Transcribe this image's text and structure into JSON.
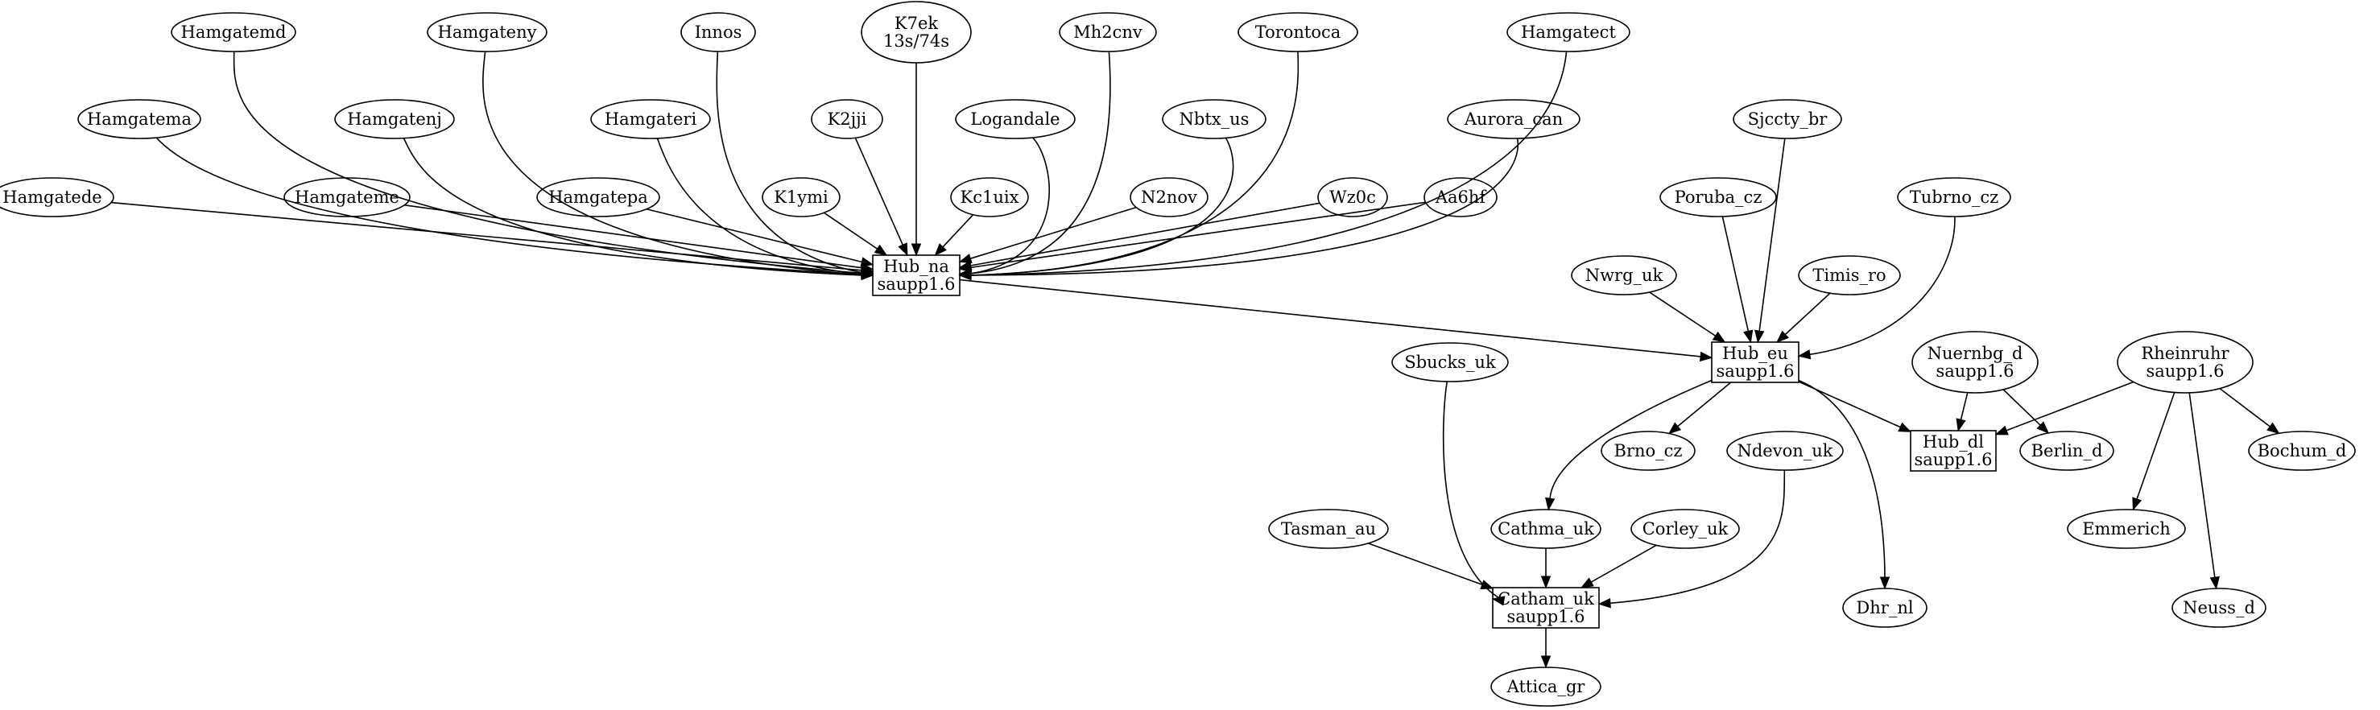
{
  "graph": {
    "nodes": [
      {
        "id": "hamgatemd",
        "lines": [
          "Hamgatemd"
        ],
        "shape": "ellipse"
      },
      {
        "id": "hamgateny",
        "lines": [
          "Hamgateny"
        ],
        "shape": "ellipse"
      },
      {
        "id": "innos",
        "lines": [
          "Innos"
        ],
        "shape": "ellipse"
      },
      {
        "id": "k7ek",
        "lines": [
          "K7ek",
          "13s/74s"
        ],
        "shape": "ellipse"
      },
      {
        "id": "mh2cnv",
        "lines": [
          "Mh2cnv"
        ],
        "shape": "ellipse"
      },
      {
        "id": "torontoca",
        "lines": [
          "Torontoca"
        ],
        "shape": "ellipse"
      },
      {
        "id": "hamgatect",
        "lines": [
          "Hamgatect"
        ],
        "shape": "ellipse"
      },
      {
        "id": "hamgatema",
        "lines": [
          "Hamgatema"
        ],
        "shape": "ellipse"
      },
      {
        "id": "hamgatenj",
        "lines": [
          "Hamgatenj"
        ],
        "shape": "ellipse"
      },
      {
        "id": "hamgateri",
        "lines": [
          "Hamgateri"
        ],
        "shape": "ellipse"
      },
      {
        "id": "k2jji",
        "lines": [
          "K2jji"
        ],
        "shape": "ellipse"
      },
      {
        "id": "logandale",
        "lines": [
          "Logandale"
        ],
        "shape": "ellipse"
      },
      {
        "id": "nbtx_us",
        "lines": [
          "Nbtx_us"
        ],
        "shape": "ellipse"
      },
      {
        "id": "aurora_can",
        "lines": [
          "Aurora_can"
        ],
        "shape": "ellipse"
      },
      {
        "id": "sjccty_br",
        "lines": [
          "Sjccty_br"
        ],
        "shape": "ellipse"
      },
      {
        "id": "hamgatede",
        "lines": [
          "Hamgatede"
        ],
        "shape": "ellipse"
      },
      {
        "id": "hamgateme",
        "lines": [
          "Hamgateme"
        ],
        "shape": "ellipse"
      },
      {
        "id": "hamgatepa",
        "lines": [
          "Hamgatepa"
        ],
        "shape": "ellipse"
      },
      {
        "id": "k1ymi",
        "lines": [
          "K1ymi"
        ],
        "shape": "ellipse"
      },
      {
        "id": "kc1uix",
        "lines": [
          "Kc1uix"
        ],
        "shape": "ellipse"
      },
      {
        "id": "n2nov",
        "lines": [
          "N2nov"
        ],
        "shape": "ellipse"
      },
      {
        "id": "wz0c",
        "lines": [
          "Wz0c"
        ],
        "shape": "ellipse"
      },
      {
        "id": "aa6hf",
        "lines": [
          "Aa6hf"
        ],
        "shape": "ellipse"
      },
      {
        "id": "poruba_cz",
        "lines": [
          "Poruba_cz"
        ],
        "shape": "ellipse"
      },
      {
        "id": "tubrno_cz",
        "lines": [
          "Tubrno_cz"
        ],
        "shape": "ellipse"
      },
      {
        "id": "hub_na",
        "lines": [
          "Hub_na",
          "saupp1.6"
        ],
        "shape": "box"
      },
      {
        "id": "nwrg_uk",
        "lines": [
          "Nwrg_uk"
        ],
        "shape": "ellipse"
      },
      {
        "id": "timis_ro",
        "lines": [
          "Timis_ro"
        ],
        "shape": "ellipse"
      },
      {
        "id": "sbucks_uk",
        "lines": [
          "Sbucks_uk"
        ],
        "shape": "ellipse"
      },
      {
        "id": "hub_eu",
        "lines": [
          "Hub_eu",
          "saupp1.6"
        ],
        "shape": "box"
      },
      {
        "id": "nuernbg_d",
        "lines": [
          "Nuernbg_d",
          "saupp1.6"
        ],
        "shape": "ellipse"
      },
      {
        "id": "rheinruhr",
        "lines": [
          "Rheinruhr",
          "saupp1.6"
        ],
        "shape": "ellipse"
      },
      {
        "id": "brno_cz",
        "lines": [
          "Brno_cz"
        ],
        "shape": "ellipse"
      },
      {
        "id": "ndevon_uk",
        "lines": [
          "Ndevon_uk"
        ],
        "shape": "ellipse"
      },
      {
        "id": "hub_dl",
        "lines": [
          "Hub_dl",
          "saupp1.6"
        ],
        "shape": "box"
      },
      {
        "id": "berlin_d",
        "lines": [
          "Berlin_d"
        ],
        "shape": "ellipse"
      },
      {
        "id": "bochum_d",
        "lines": [
          "Bochum_d"
        ],
        "shape": "ellipse"
      },
      {
        "id": "cathma_uk",
        "lines": [
          "Cathma_uk"
        ],
        "shape": "ellipse"
      },
      {
        "id": "tasman_au",
        "lines": [
          "Tasman_au"
        ],
        "shape": "ellipse"
      },
      {
        "id": "corley_uk",
        "lines": [
          "Corley_uk"
        ],
        "shape": "ellipse"
      },
      {
        "id": "emmerich",
        "lines": [
          "Emmerich"
        ],
        "shape": "ellipse"
      },
      {
        "id": "catham_uk",
        "lines": [
          "Catham_uk",
          "saupp1.6"
        ],
        "shape": "box"
      },
      {
        "id": "dhr_nl",
        "lines": [
          "Dhr_nl"
        ],
        "shape": "ellipse"
      },
      {
        "id": "neuss_d",
        "lines": [
          "Neuss_d"
        ],
        "shape": "ellipse"
      },
      {
        "id": "attica_gr",
        "lines": [
          "Attica_gr"
        ],
        "shape": "ellipse"
      }
    ],
    "edges": [
      {
        "from": "hamgatemd",
        "to": "hub_na"
      },
      {
        "from": "hamgateny",
        "to": "hub_na"
      },
      {
        "from": "innos",
        "to": "hub_na"
      },
      {
        "from": "k7ek",
        "to": "hub_na"
      },
      {
        "from": "mh2cnv",
        "to": "hub_na"
      },
      {
        "from": "torontoca",
        "to": "hub_na"
      },
      {
        "from": "hamgatect",
        "to": "hub_na"
      },
      {
        "from": "hamgatema",
        "to": "hub_na"
      },
      {
        "from": "hamgatenj",
        "to": "hub_na"
      },
      {
        "from": "hamgateri",
        "to": "hub_na"
      },
      {
        "from": "k2jji",
        "to": "hub_na"
      },
      {
        "from": "logandale",
        "to": "hub_na"
      },
      {
        "from": "nbtx_us",
        "to": "hub_na"
      },
      {
        "from": "aurora_can",
        "to": "hub_na"
      },
      {
        "from": "hamgatede",
        "to": "hub_na"
      },
      {
        "from": "hamgateme",
        "to": "hub_na"
      },
      {
        "from": "hamgatepa",
        "to": "hub_na"
      },
      {
        "from": "k1ymi",
        "to": "hub_na"
      },
      {
        "from": "kc1uix",
        "to": "hub_na"
      },
      {
        "from": "n2nov",
        "to": "hub_na"
      },
      {
        "from": "wz0c",
        "to": "hub_na"
      },
      {
        "from": "aa6hf",
        "to": "hub_na"
      },
      {
        "from": "hub_na",
        "to": "hub_eu"
      },
      {
        "from": "sjccty_br",
        "to": "hub_eu"
      },
      {
        "from": "poruba_cz",
        "to": "hub_eu"
      },
      {
        "from": "tubrno_cz",
        "to": "hub_eu"
      },
      {
        "from": "nwrg_uk",
        "to": "hub_eu"
      },
      {
        "from": "timis_ro",
        "to": "hub_eu"
      },
      {
        "from": "hub_eu",
        "to": "brno_cz"
      },
      {
        "from": "hub_eu",
        "to": "hub_dl"
      },
      {
        "from": "hub_eu",
        "to": "cathma_uk"
      },
      {
        "from": "hub_eu",
        "to": "dhr_nl"
      },
      {
        "from": "nuernbg_d",
        "to": "hub_dl"
      },
      {
        "from": "nuernbg_d",
        "to": "berlin_d"
      },
      {
        "from": "rheinruhr",
        "to": "hub_dl"
      },
      {
        "from": "rheinruhr",
        "to": "bochum_d"
      },
      {
        "from": "rheinruhr",
        "to": "emmerich"
      },
      {
        "from": "rheinruhr",
        "to": "neuss_d"
      },
      {
        "from": "sbucks_uk",
        "to": "catham_uk"
      },
      {
        "from": "tasman_au",
        "to": "catham_uk"
      },
      {
        "from": "cathma_uk",
        "to": "catham_uk"
      },
      {
        "from": "corley_uk",
        "to": "catham_uk"
      },
      {
        "from": "ndevon_uk",
        "to": "catham_uk"
      },
      {
        "from": "catham_uk",
        "to": "attica_gr"
      }
    ]
  }
}
